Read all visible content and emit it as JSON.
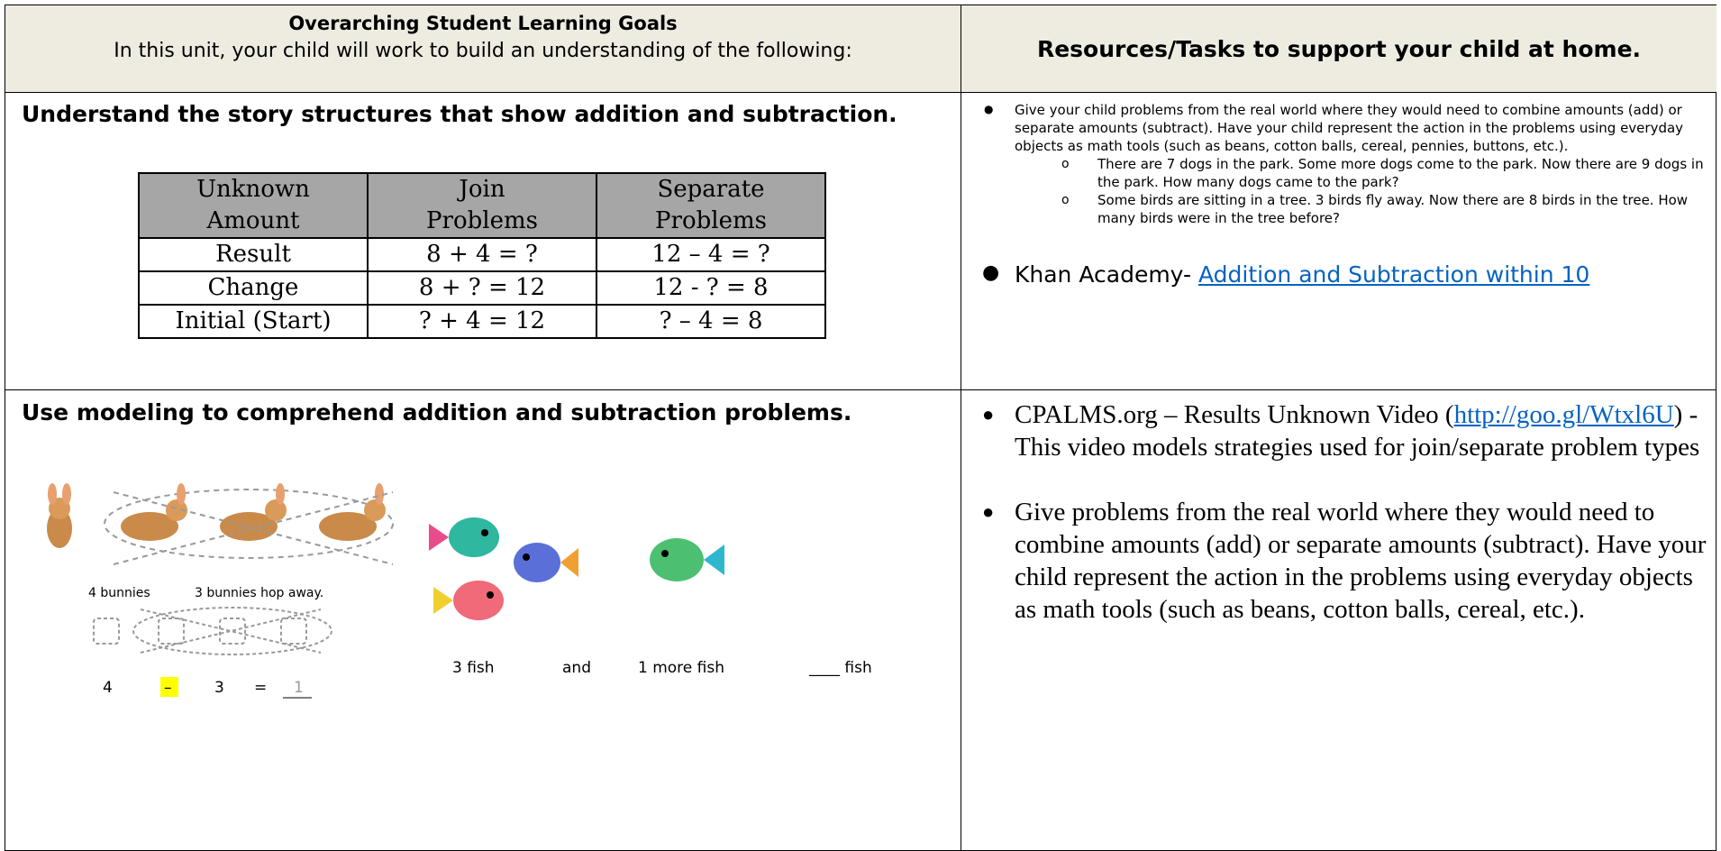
{
  "header": {
    "left_title": "Overarching Student Learning Goals",
    "left_subtitle": "In this unit, your child will work to build an understanding of the following:",
    "right_title": "Resources/Tasks to support your child at home."
  },
  "section1": {
    "goal": "Understand the story structures that show addition and subtraction.",
    "table": {
      "headers": [
        "Unknown\nAmount",
        "Join\nProblems",
        "Separate\nProblems"
      ],
      "rows": [
        [
          "Result",
          "8 + 4 = ?",
          "12 – 4 = ?"
        ],
        [
          "Change",
          "8 + ? = 12",
          "12 - ? = 8"
        ],
        [
          "Initial (Start)",
          "? + 4 = 12",
          "? – 4 = 8"
        ]
      ]
    },
    "resources": {
      "bullet1": "Give your child problems from the real world where they would need to combine amounts (add) or separate amounts (subtract).  Have your child represent the action in the problems using everyday objects as math tools (such as beans, cotton balls, cereal, pennies, buttons, etc.).",
      "examples": [
        "There are 7 dogs in the park.  Some more dogs come to the park.  Now there are 9 dogs in the park.  How many dogs came to the park?",
        "Some birds are sitting in a tree.  3 birds fly away.  Now there are 8 birds in the tree.  How many birds were in the tree before?"
      ],
      "khan_prefix": "Khan Academy- ",
      "khan_link": "Addition and Subtraction within 10"
    }
  },
  "section2": {
    "goal": "Use modeling to comprehend addition and subtraction problems.",
    "illustration": {
      "bunnies_label": "4 bunnies",
      "hop_label": "3 bunnies hop away.",
      "eq_4": "4",
      "eq_minus": "–",
      "eq_3": "3",
      "eq_equals": "=",
      "eq_answer": "1",
      "fish_label": "3 fish",
      "and_label": "and",
      "more_fish_label": "1 more fish",
      "blank_fish_label": "____ fish",
      "highlight_color": "#ffff00"
    },
    "resources": {
      "cpalms_text": "CPALMS.org – Results Unknown Video (",
      "cpalms_link": "http://goo.gl/Wtxl6U",
      "cpalms_rest": ") - This video models strategies used for join/separate problem types",
      "bullet2": "Give problems from the real world where they would need to combine amounts (add) or separate amounts (subtract). Have your child represent the action in the problems using everyday objects as math tools (such as beans, cotton balls, cereal, etc.)."
    }
  },
  "colors": {
    "header_bg": "#eeece1",
    "table_header_bg": "#a6a6a6",
    "link": "#0563c1"
  }
}
